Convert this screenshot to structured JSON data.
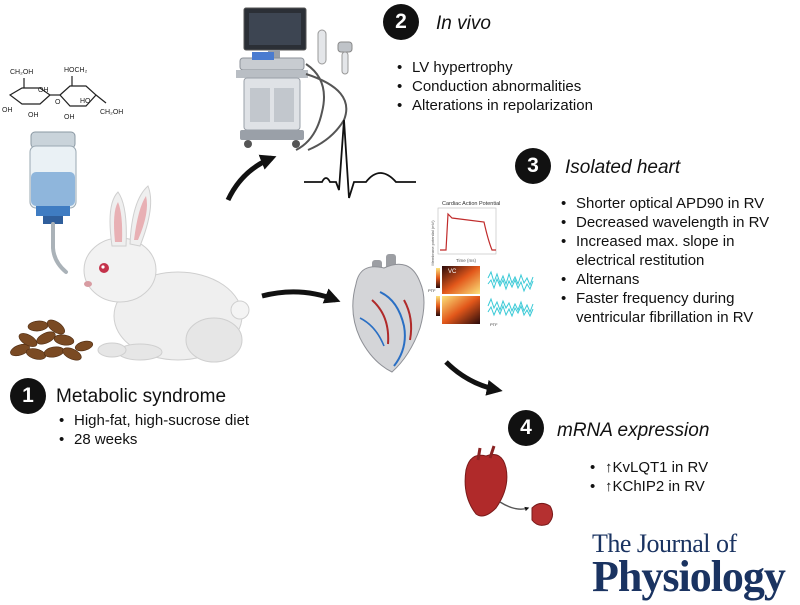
{
  "steps": [
    {
      "number": "1",
      "title": "Metabolic syndrome",
      "bullets": [
        "High-fat, high-sucrose diet",
        "28 weeks"
      ]
    },
    {
      "number": "2",
      "title": "In vivo",
      "bullets": [
        "LV hypertrophy",
        "Conduction abnormalities",
        "Alterations in repolarization"
      ]
    },
    {
      "number": "3",
      "title": "Isolated heart",
      "bullets": [
        "Shorter optical APD90 in RV",
        "Decreased wavelength in RV",
        "Increased max. slope in electrical restitution",
        "Alternans",
        "Faster frequency during ventricular fibrillation in RV"
      ]
    },
    {
      "number": "4",
      "title": "mRNA expression",
      "bullets": [
        "↑KvLQT1 in RV",
        "↑KChIP2 in RV"
      ]
    }
  ],
  "sugar_labels": {
    "ch2oh_top_left": "CH₂OH",
    "hoch2": "HOCH₂",
    "ch2oh_right": "CH₂OH",
    "oh": "OH",
    "ho": "HO",
    "o": "O"
  },
  "action_potential_panel": {
    "title": "Cardiac Action Potential",
    "ylabel": "Membrane potential (mV)",
    "xlabel": "Time (ms)"
  },
  "mapping_labels": {
    "vc": "VC",
    "ptf": "PTF"
  },
  "journal": {
    "line1": "The Journal of",
    "line2": "Physiology"
  },
  "colors": {
    "journal_blue": "#1a3361",
    "rabbit_eye": "#c4324a",
    "heart_red": "#b02a2a",
    "vessel_blue": "#2a6fc4",
    "signal_cyan": "#39c9d6"
  }
}
